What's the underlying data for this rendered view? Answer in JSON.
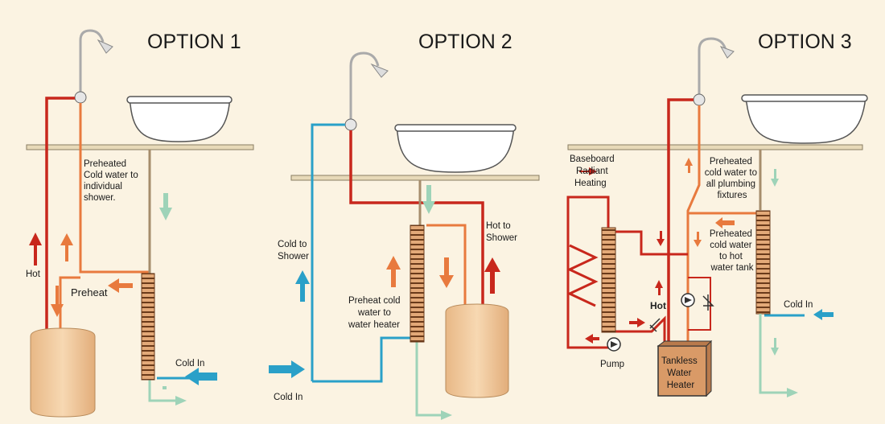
{
  "titles": [
    "OPTION 1",
    "OPTION 2",
    "OPTION 3"
  ],
  "option1": {
    "preheated_label": [
      "Preheated",
      "Cold water to",
      "individual",
      "shower."
    ],
    "hot": "Hot",
    "preheat": "Preheat",
    "cold_in": "Cold In"
  },
  "option2": {
    "cold_to_shower": [
      "Cold to",
      "Shower"
    ],
    "hot_to_shower": [
      "Hot to",
      "Shower"
    ],
    "preheat_label": [
      "Preheat cold",
      "water to",
      "water heater"
    ],
    "cold_in": "Cold In"
  },
  "option3": {
    "baseboard": [
      "Baseboard",
      "Radiant",
      "Heating"
    ],
    "preheated_fixtures": [
      "Preheated",
      "cold water to",
      "all plumbing",
      "fixtures"
    ],
    "preheated_tank": [
      "Preheated",
      "cold water",
      "to hot",
      "water tank"
    ],
    "hot": "Hot",
    "pump": "Pump",
    "cold_in": "Cold In",
    "heater": [
      "Tankless",
      "Water",
      "Heater"
    ]
  },
  "colors": {
    "background": "#fbf3e2",
    "hot": "#c8271c",
    "preheat": "#e87a3e",
    "cold": "#2aa0c8",
    "drain": "#9ed3b8",
    "tank": "#f2c89a"
  }
}
